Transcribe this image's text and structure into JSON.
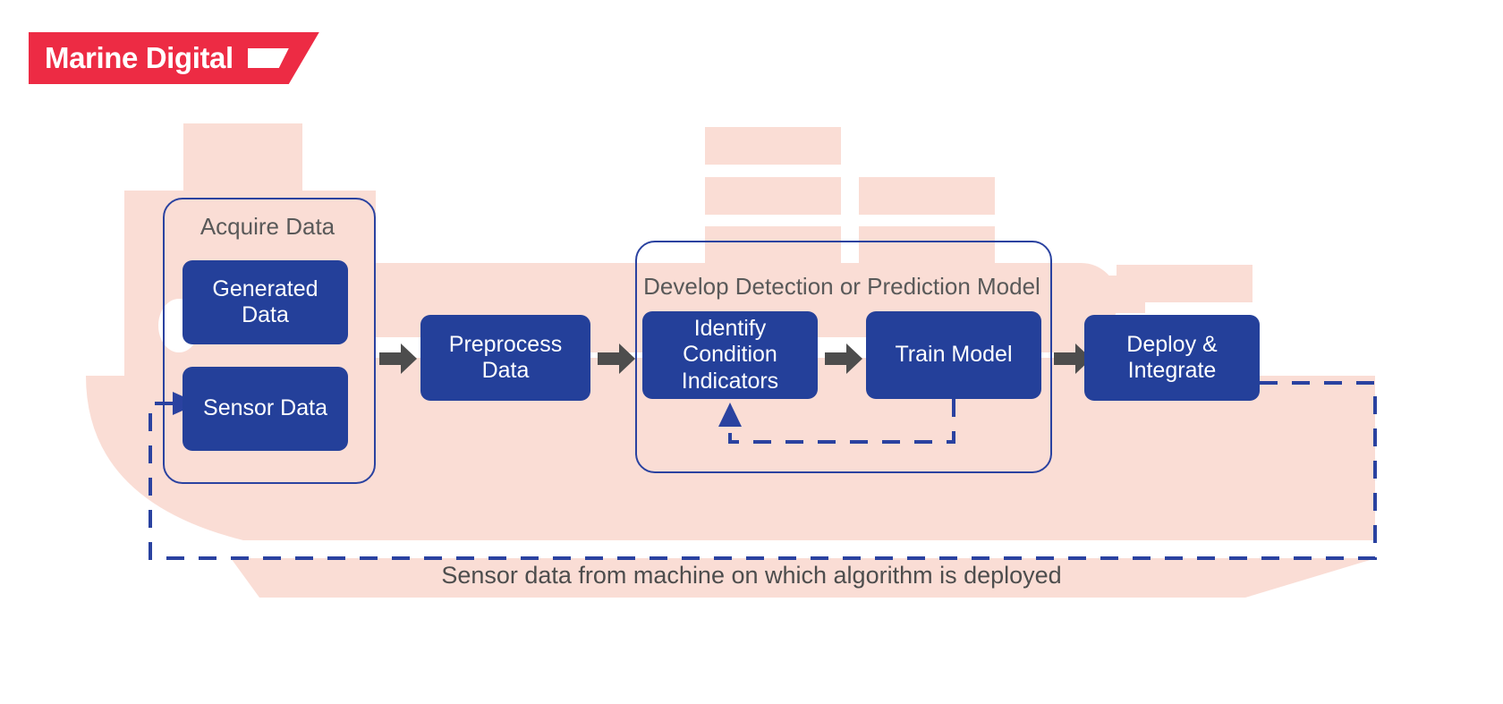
{
  "brand": {
    "name": "Marine Digital",
    "logo_icon": "ship-mark-icon",
    "banner_color": "#ED2B44",
    "text_color": "#FFFFFF"
  },
  "theme": {
    "node_blue": "#24409A",
    "group_outline": "#2A42A0",
    "ship_pink": "#FADDD5",
    "arrow_gray": "#4D4D4D",
    "label_gray": "#595959",
    "background": "#FFFFFF"
  },
  "diagram": {
    "type": "flowchart",
    "title": "",
    "groups": [
      {
        "id": "acquire",
        "label": "Acquire Data"
      },
      {
        "id": "develop",
        "label": "Develop Detection or Prediction Model"
      }
    ],
    "nodes": [
      {
        "id": "generated-data",
        "label": "Generated\nData",
        "group": "acquire"
      },
      {
        "id": "sensor-data",
        "label": "Sensor Data",
        "group": "acquire"
      },
      {
        "id": "preprocess-data",
        "label": "Preprocess\nData",
        "group": null
      },
      {
        "id": "identify-condition",
        "label": "Identify\nCondition\nIndicators",
        "group": "develop"
      },
      {
        "id": "train-model",
        "label": "Train Model",
        "group": "develop"
      },
      {
        "id": "deploy-integrate",
        "label": "Deploy &\nIntegrate",
        "group": null
      }
    ],
    "node_labels": {
      "generated_data_line1": "Generated",
      "generated_data_line2": "Data",
      "sensor_data": "Sensor Data",
      "preprocess_line1": "Preprocess",
      "preprocess_line2": "Data",
      "identify_line1": "Identify",
      "identify_line2": "Condition",
      "identify_line3": "Indicators",
      "train_model": "Train Model",
      "deploy_line1": "Deploy &",
      "deploy_line2": "Integrate"
    },
    "edges": [
      {
        "from": "acquire",
        "to": "preprocess-data",
        "style": "solid",
        "icon": "right-arrow-icon"
      },
      {
        "from": "preprocess-data",
        "to": "identify-condition",
        "style": "solid",
        "icon": "right-arrow-icon"
      },
      {
        "from": "identify-condition",
        "to": "train-model",
        "style": "solid",
        "icon": "right-arrow-icon"
      },
      {
        "from": "train-model",
        "to": "deploy-integrate",
        "style": "solid",
        "icon": "right-arrow-icon"
      },
      {
        "from": "train-model",
        "to": "identify-condition",
        "style": "dashed",
        "icon": "up-arrow-icon"
      },
      {
        "from": "deploy-integrate",
        "to": "sensor-data",
        "style": "dashed",
        "icon": "right-arrow-icon",
        "label": "Sensor data from machine on which algorithm is deployed"
      }
    ],
    "caption": "Sensor data from machine on which algorithm is deployed"
  }
}
